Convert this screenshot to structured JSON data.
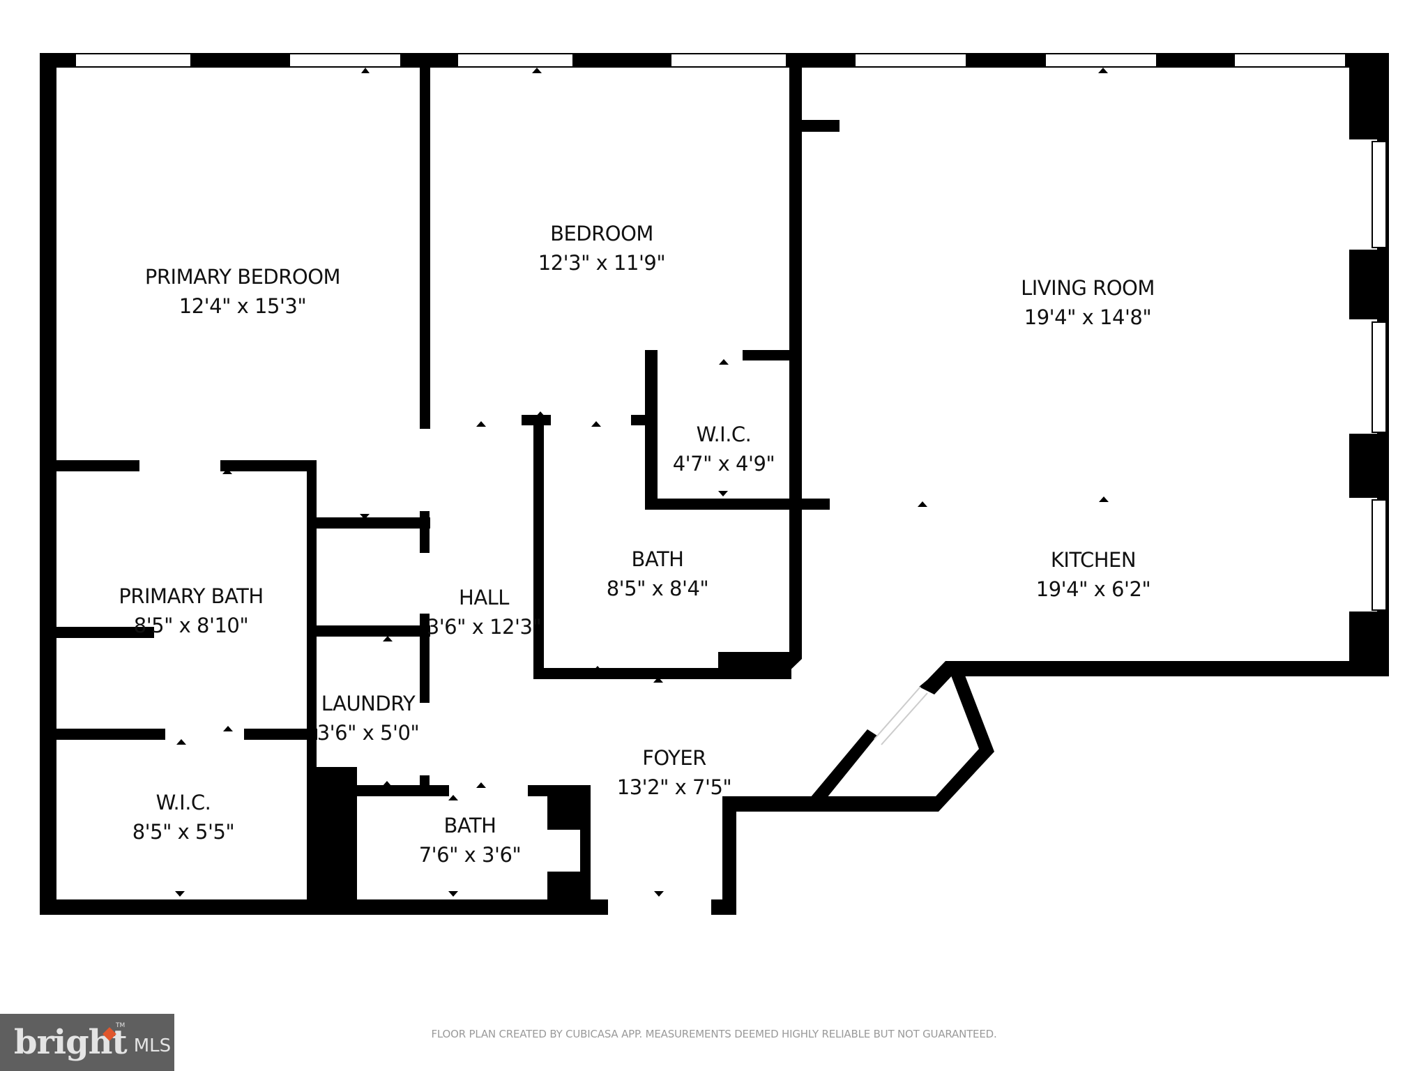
{
  "rooms": {
    "primary_bedroom": {
      "name": "PRIMARY BEDROOM",
      "dims": "12'4\" x 15'3\""
    },
    "bedroom": {
      "name": "BEDROOM",
      "dims": "12'3\" x 11'9\""
    },
    "living_room": {
      "name": "LIVING ROOM",
      "dims": "19'4\" x 14'8\""
    },
    "wic_bedroom": {
      "name": "W.I.C.",
      "dims": "4'7\" x 4'9\""
    },
    "primary_bath": {
      "name": "PRIMARY BATH",
      "dims": "8'5\" x 8'10\""
    },
    "hall": {
      "name": "HALL",
      "dims": "3'6\" x 12'3\""
    },
    "bath_main": {
      "name": "BATH",
      "dims": "8'5\" x 8'4\""
    },
    "kitchen": {
      "name": "KITCHEN",
      "dims": "19'4\" x 6'2\""
    },
    "laundry": {
      "name": "LAUNDRY",
      "dims": "3'6\" x 5'0\""
    },
    "foyer": {
      "name": "FOYER",
      "dims": "13'2\" x 7'5\""
    },
    "wic_primary": {
      "name": "W.I.C.",
      "dims": "8'5\" x 5'5\""
    },
    "bath_half": {
      "name": "BATH",
      "dims": "7'6\" x 3'6\""
    }
  },
  "footer": {
    "note": "FLOOR PLAN CREATED BY CUBICASA APP. MEASUREMENTS DEEMED HIGHLY RELIABLE BUT NOT GUARANTEED."
  },
  "logo": {
    "brand": "bright",
    "suffix": "MLS",
    "trademark": "TM",
    "accent_color": "#e0562c",
    "background": "#5f5f5f"
  },
  "colors": {
    "wall": "#000000",
    "background": "#ffffff",
    "note_text": "#9a9a9a"
  }
}
